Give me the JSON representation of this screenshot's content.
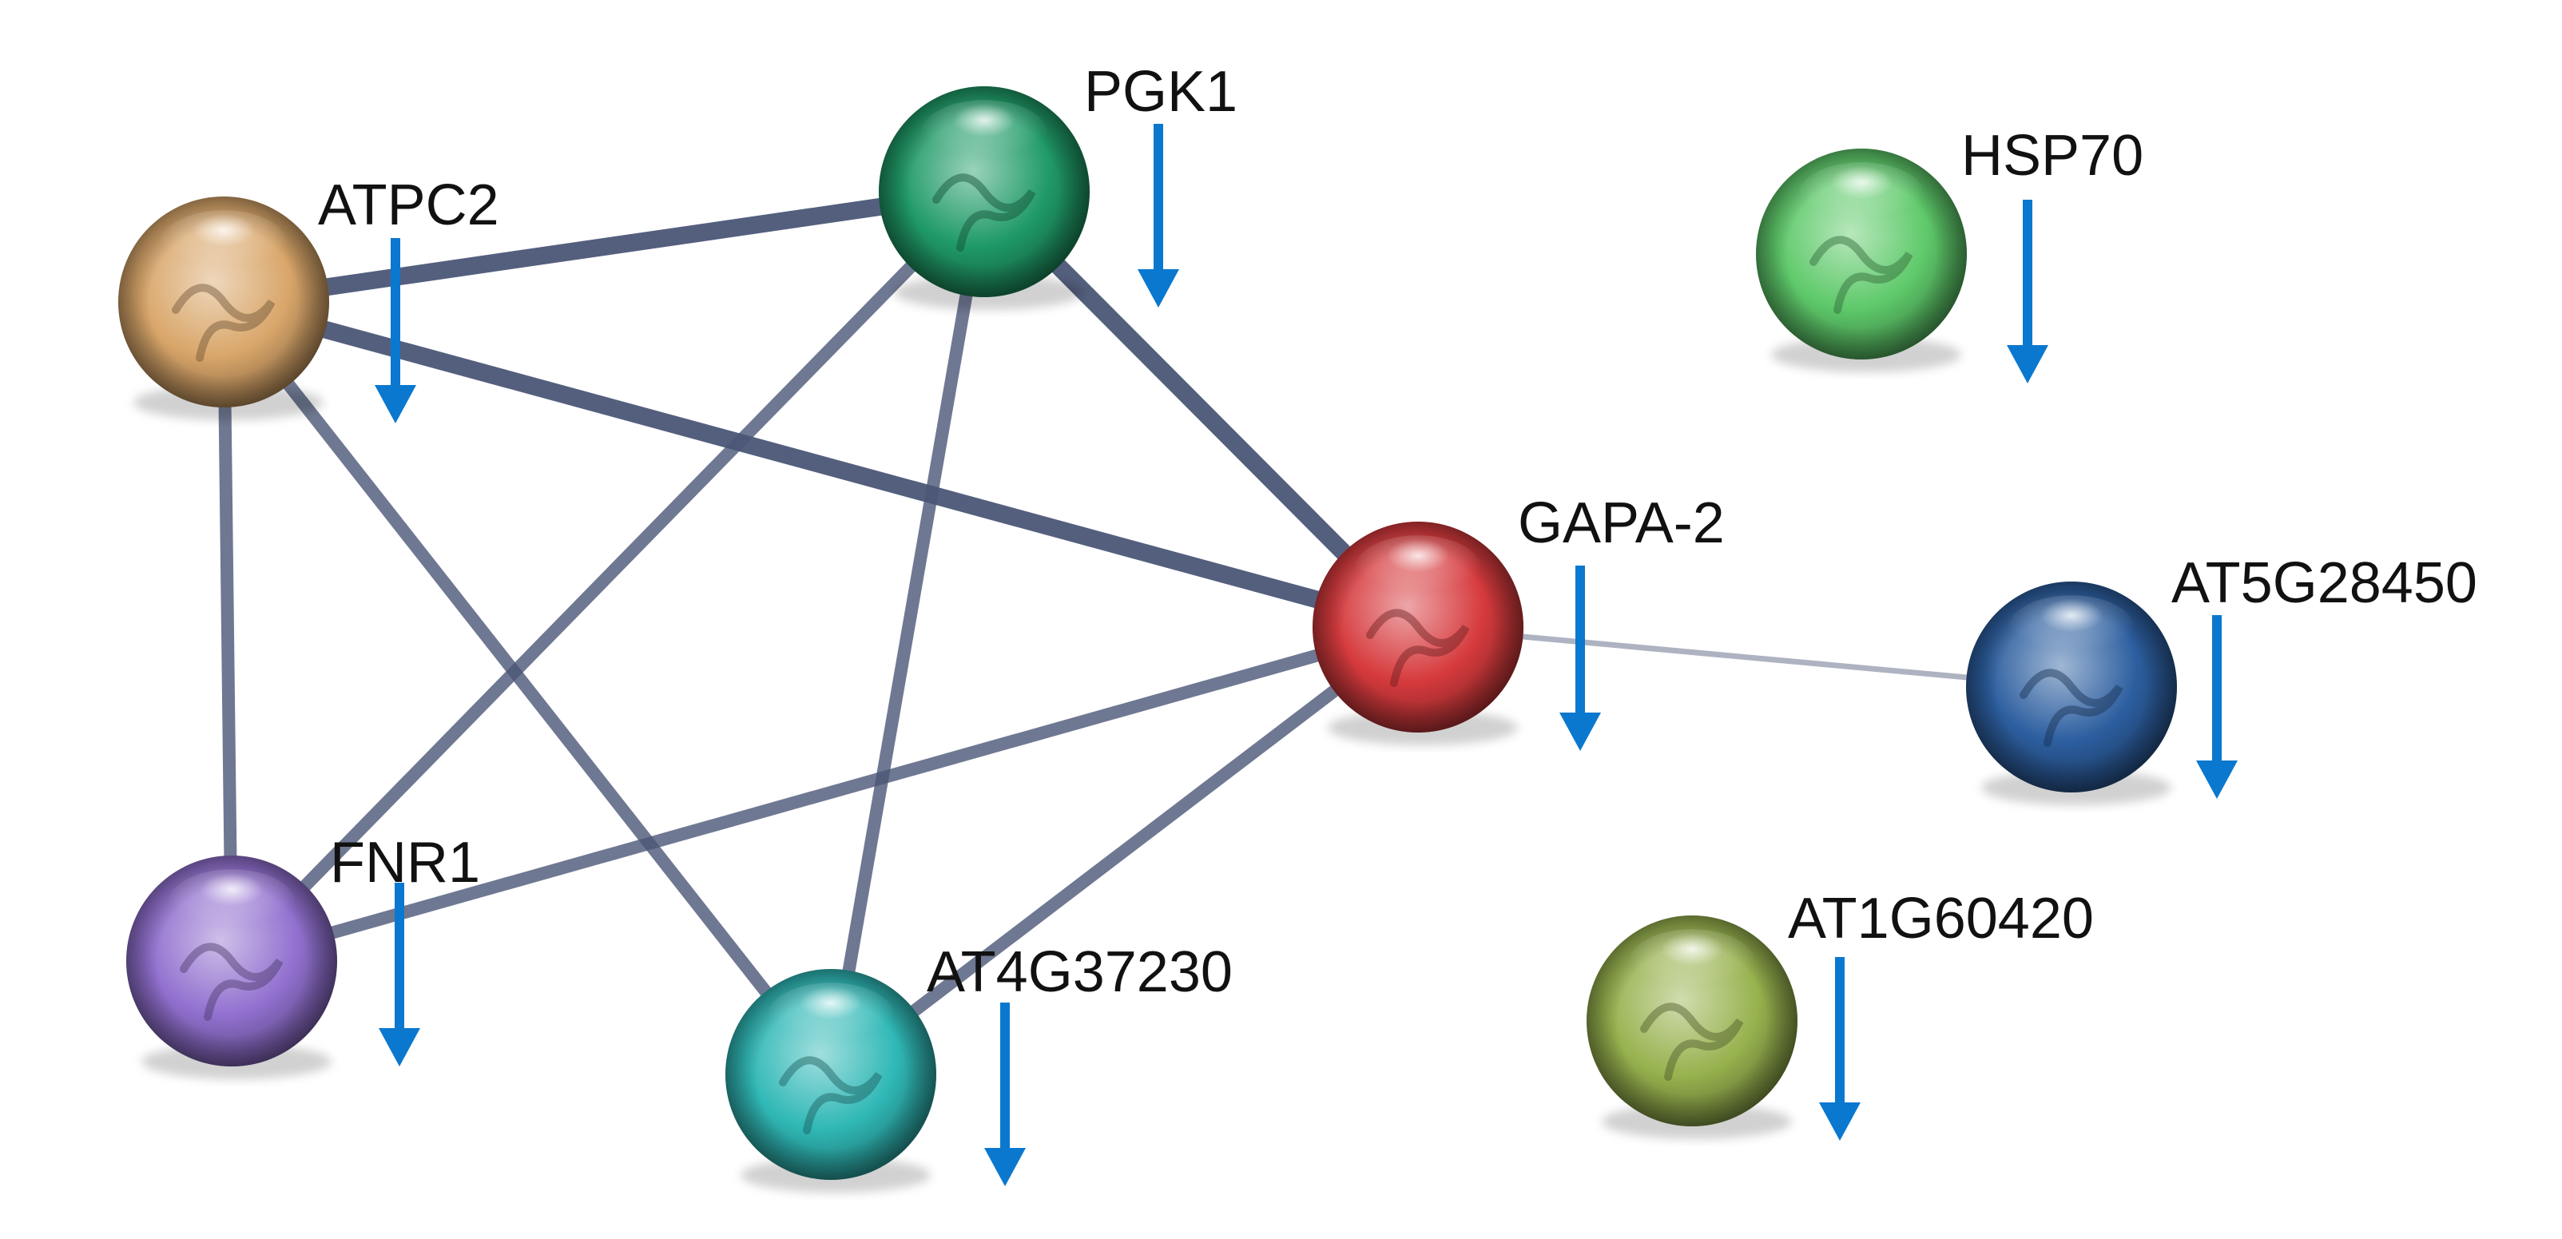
{
  "nodes": [
    {
      "id": "ATPC2",
      "label": "ATPC2",
      "color": "#d9a66a",
      "trend": "down"
    },
    {
      "id": "PGK1",
      "label": "PGK1",
      "color": "#1f9a66",
      "trend": "down"
    },
    {
      "id": "GAPA-2",
      "label": "GAPA-2",
      "color": "#d63a3d",
      "trend": "down"
    },
    {
      "id": "FNR1",
      "label": "FNR1",
      "color": "#9170cf",
      "trend": "down"
    },
    {
      "id": "AT4G37230",
      "label": "AT4G37230",
      "color": "#2fb8b6",
      "trend": "down"
    },
    {
      "id": "HSP70",
      "label": "HSP70",
      "color": "#5ec96a",
      "trend": "down"
    },
    {
      "id": "AT5G28450",
      "label": "AT5G28450",
      "color": "#2c5e9f",
      "trend": "down"
    },
    {
      "id": "AT1G60420",
      "label": "AT1G60420",
      "color": "#97b24e",
      "trend": "down"
    }
  ],
  "edges": [
    {
      "from": "ATPC2",
      "to": "PGK1",
      "strength": "strong"
    },
    {
      "from": "ATPC2",
      "to": "GAPA-2",
      "strength": "strong"
    },
    {
      "from": "ATPC2",
      "to": "FNR1",
      "strength": "medium"
    },
    {
      "from": "ATPC2",
      "to": "AT4G37230",
      "strength": "medium"
    },
    {
      "from": "PGK1",
      "to": "GAPA-2",
      "strength": "strong"
    },
    {
      "from": "PGK1",
      "to": "FNR1",
      "strength": "medium"
    },
    {
      "from": "PGK1",
      "to": "AT4G37230",
      "strength": "medium"
    },
    {
      "from": "GAPA-2",
      "to": "FNR1",
      "strength": "medium"
    },
    {
      "from": "GAPA-2",
      "to": "AT4G37230",
      "strength": "medium"
    },
    {
      "from": "GAPA-2",
      "to": "AT5G28450",
      "strength": "weak"
    }
  ],
  "colors": {
    "edge": "#4b5677",
    "arrow": "#0a78cf"
  }
}
